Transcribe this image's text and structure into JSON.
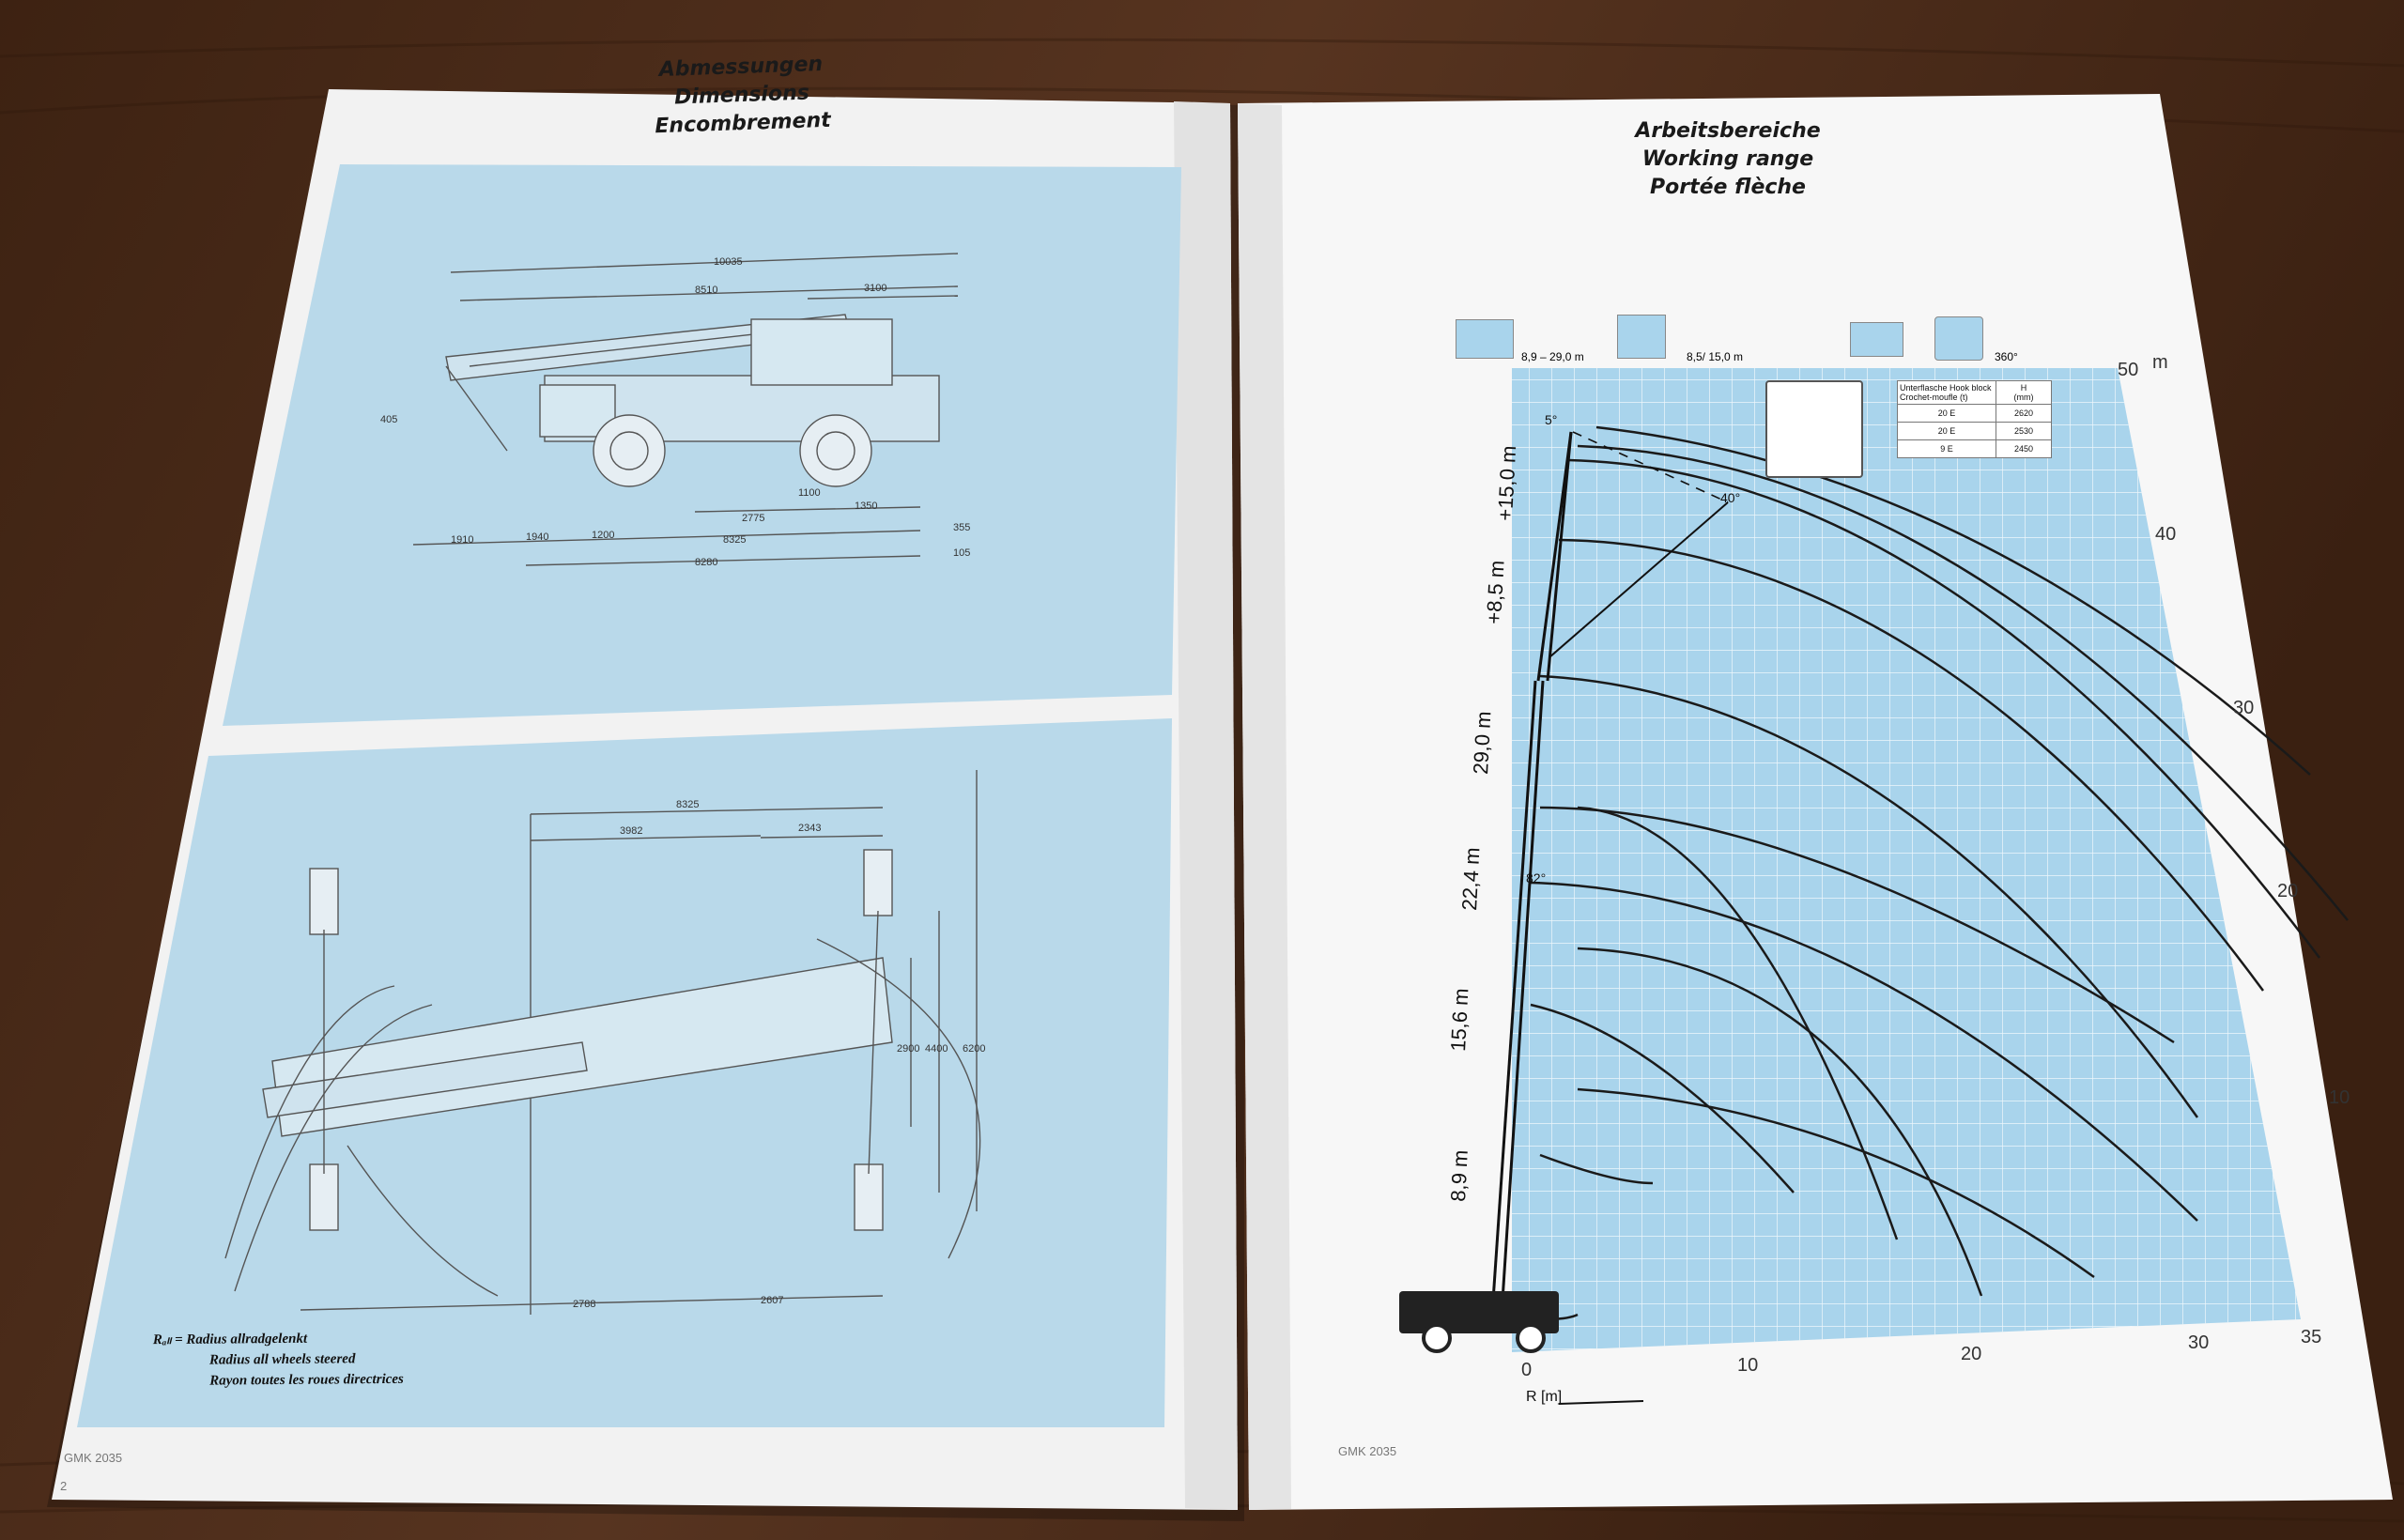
{
  "left_page": {
    "title_de": "Abmessungen",
    "title_en": "Dimensions",
    "title_fr": "Encombrement",
    "side_dims": [
      "10035",
      "8510",
      "3100",
      "1910",
      "1940",
      "1200",
      "2775",
      "1350",
      "8325",
      "8280",
      "1100",
      "355",
      "105",
      "405"
    ],
    "top_dims": [
      "8325",
      "3982",
      "2343",
      "2788",
      "2607",
      "2900",
      "4400",
      "6200"
    ],
    "legend_line1": "Rₐₗₗ = Radius allradgelenkt",
    "legend_line2": "Radius all wheels steered",
    "legend_line3": "Rayon toutes les roues directrices",
    "footer": "GMK 2035",
    "page_number": "2"
  },
  "right_page": {
    "title_de": "Arbeitsbereiche",
    "title_en": "Working range",
    "title_fr": "Portée flèche",
    "icon_labels": [
      "8,9 – 29,0 m",
      "8,5/ 15,0 m",
      "",
      "360°"
    ],
    "y_unit": "m",
    "x_label": "R [m]",
    "x_ticks": [
      "0",
      "10",
      "20",
      "30",
      "35"
    ],
    "y_ticks": [
      "10",
      "20",
      "30",
      "40",
      "50"
    ],
    "boom_lengths": [
      "8,9 m",
      "15,6 m",
      "22,4 m",
      "29,0 m",
      "+8,5 m",
      "+15,0 m"
    ],
    "angles": [
      "5°",
      "40°",
      "82°"
    ],
    "hook_table": {
      "header_col1": "Unterflasche Hook block Crochet-moufle",
      "header_col2": "H",
      "header_col1_unit": "(t)",
      "header_col2_unit": "(mm)",
      "rows": [
        [
          "20 E",
          "2620"
        ],
        [
          "20 E",
          "2530"
        ],
        [
          "9 E",
          "2450"
        ]
      ]
    },
    "footer": "GMK 2035"
  },
  "colors": {
    "panel_blue": "#b9d9ea",
    "chart_blue": "#a9d4ec",
    "paper": "#f4f4f4",
    "wood": "#4a2c18"
  }
}
